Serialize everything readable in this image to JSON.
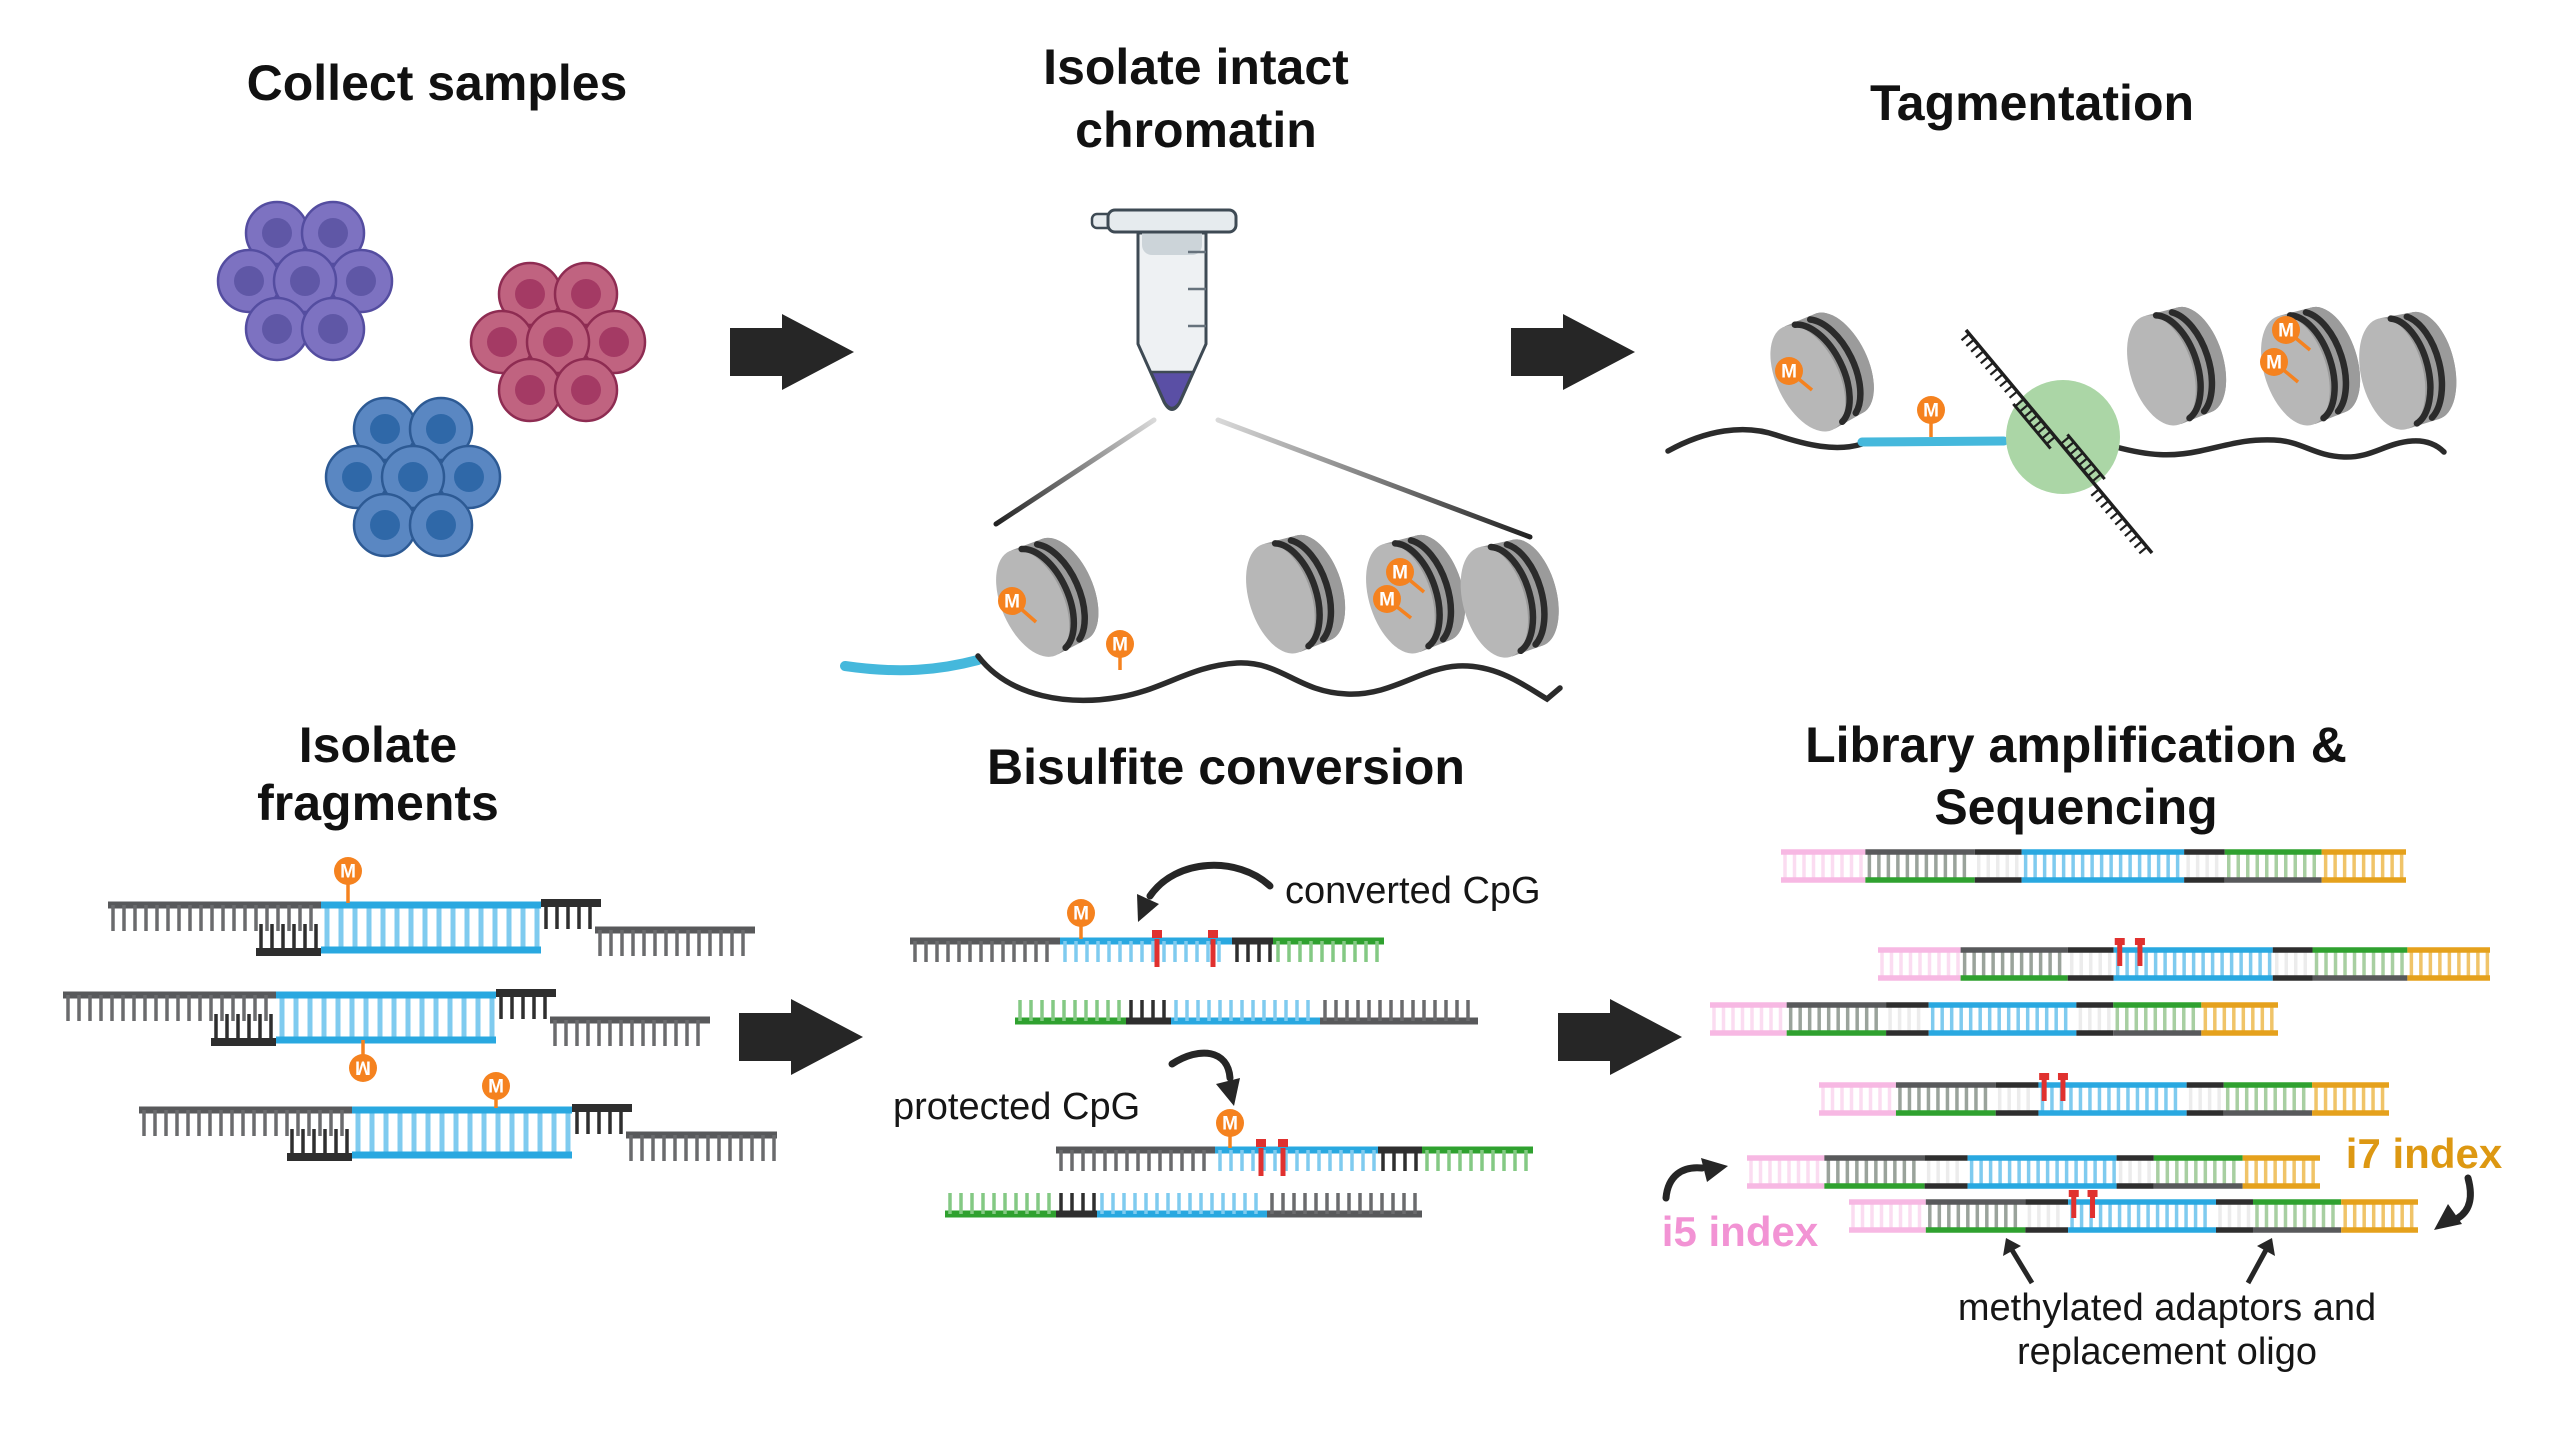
{
  "titles": {
    "collect": "Collect samples",
    "isolate_chromatin_l1": "Isolate intact",
    "isolate_chromatin_l2": "chromatin",
    "tagmentation": "Tagmentation",
    "isolate_fragments_l1": "Isolate",
    "isolate_fragments_l2": "fragments",
    "bisulfite": "Bisulfite conversion",
    "library_l1": "Library amplification &",
    "library_l2": "Sequencing"
  },
  "labels": {
    "converted_cpg": "converted CpG",
    "protected_cpg": "protected CpG",
    "i5_index": "i5 index",
    "i7_index": "i7 index",
    "methylated_l1": "methylated adaptors and",
    "methylated_l2": "replacement oligo",
    "m_mark": "M"
  },
  "colors": {
    "text": "#161616",
    "arrow": "#262626",
    "gray_strand": "#58595b",
    "gray_tick": "#6a6b6d",
    "dark_strand": "#2e2e2e",
    "cyan": "#29a8e0",
    "cyan_light": "#7fcbef",
    "cyan_linker": "#45b8dc",
    "green": "#2fa12f",
    "green_light": "#84c984",
    "orange_gold": "#e5a11c",
    "orange_gold_light": "#f0c469",
    "pink": "#f7b8e3",
    "pink_light": "#fbdcf1",
    "pink_label": "#f293d4",
    "i7_label": "#dd9812",
    "red": "#e0312f",
    "m_orange": "#f5821f",
    "nuc_face": "#b7b7b7",
    "nuc_side": "#9b9b9b",
    "wrap": "#2b2b2b",
    "transposase": "#abd6a6",
    "cell_purple_body": "#7d72c1",
    "cell_purple_nuc": "#5f57a6",
    "cell_purple_stroke": "#544da0",
    "cell_red_body": "#c06380",
    "cell_red_nuc": "#a43a64",
    "cell_red_stroke": "#8e2c52",
    "cell_blue_body": "#5a87c2",
    "cell_blue_nuc": "#2f68a8",
    "cell_blue_stroke": "#2d5a94",
    "tube_body": "#eef1f3",
    "tube_stroke": "#3e4a54",
    "tube_liquid": "#5a4fa5",
    "tube_cap": "#e6ebee",
    "tube_band": "#ccd4d9"
  }
}
